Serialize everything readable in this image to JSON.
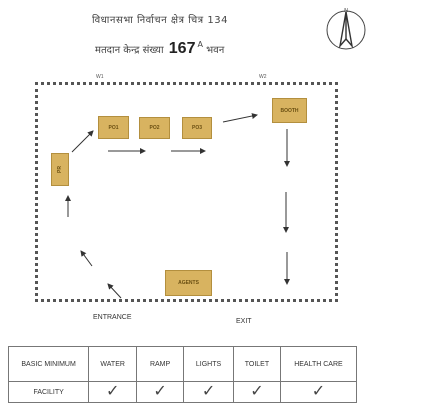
{
  "header": {
    "line1": "विधानसभा निर्वाचन क्षेत्र चित्र 134",
    "line2_prefix": "मतदान केन्द्र संख्या",
    "station_number": "167",
    "station_suffix": "A",
    "line2_suffix": "भवन"
  },
  "north": {
    "label": "N"
  },
  "diagram": {
    "corner_labels": [
      "W1",
      "W2"
    ],
    "booths": [
      {
        "label": "PO1"
      },
      {
        "label": "PO2"
      },
      {
        "label": "PO3"
      }
    ],
    "left_station": {
      "label": "PR"
    },
    "booth_voting": {
      "label": "BOOTH"
    },
    "agents": {
      "label": "AGENTS"
    },
    "entrance_label": "ENTRANCE",
    "exit_label": "EXIT"
  },
  "facility_table": {
    "headers": [
      "BASIC MINIMUM",
      "WATER",
      "RAMP",
      "LIGHTS",
      "TOILET",
      "HEALTH CARE"
    ],
    "row_label": "FACILITY",
    "checks": [
      "✓",
      "✓",
      "✓",
      "✓",
      "✓"
    ]
  }
}
